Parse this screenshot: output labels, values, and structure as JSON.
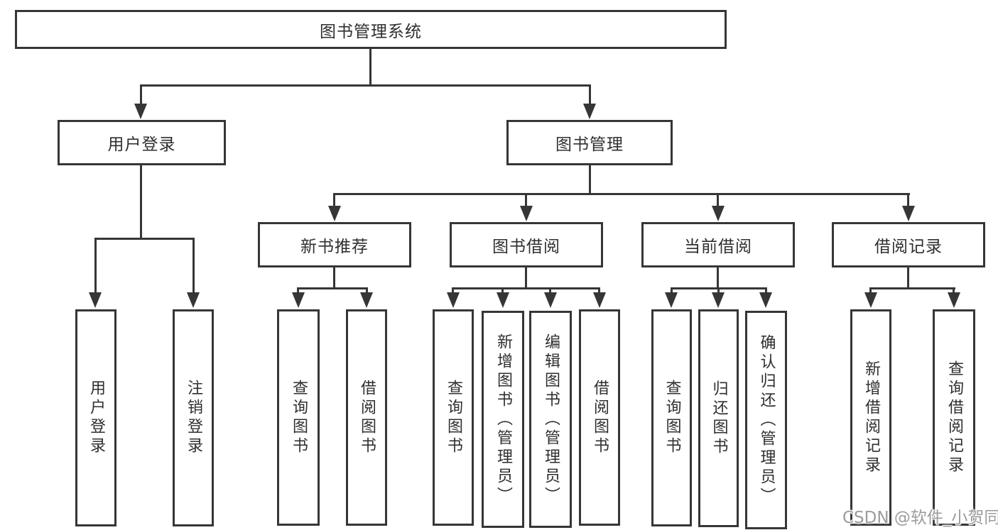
{
  "diagram": {
    "root": "图书管理系统",
    "level2": {
      "user_login": "用户登录",
      "book_mgmt": "图书管理"
    },
    "level3": {
      "new_books": "新书推荐",
      "book_borrow": "图书借阅",
      "current_borrow": "当前借阅",
      "borrow_records": "借阅记录"
    },
    "leaves": {
      "login": "用户登录",
      "logout": "注销登录",
      "nb_query": "查询图书",
      "nb_borrow": "借阅图书",
      "bb_query": "查询图书",
      "bb_add": "新增图书（管理员）",
      "bb_edit": "编辑图书（管理员）",
      "bb_borrow": "借阅图书",
      "cb_query": "查询图书",
      "cb_return": "归还图书",
      "cb_confirm": "确认归还（管理员）",
      "br_add": "新增借阅记录",
      "br_query": "查询借阅记录"
    },
    "watermark": "CSDN @软件_小贺同学",
    "colors": {
      "line": "#363636",
      "text": "#2f2f2f",
      "watermark": "#9c9c9c",
      "background": "#ffffff"
    }
  }
}
